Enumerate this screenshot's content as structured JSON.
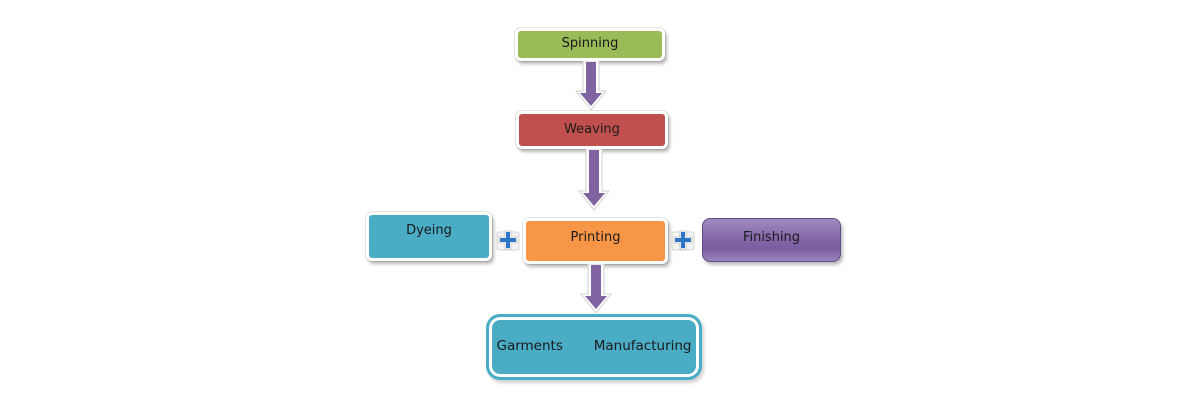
{
  "diagram": {
    "type": "process-flow",
    "nodes": [
      {
        "id": "spinning",
        "label": "Spinning",
        "color": "#9bbb59"
      },
      {
        "id": "weaving",
        "label": "Weaving",
        "color": "#c0504d"
      },
      {
        "id": "dyeing",
        "label": "Dyeing",
        "color": "#4bacc6"
      },
      {
        "id": "printing",
        "label": "Printing",
        "color": "#f79646"
      },
      {
        "id": "finishing",
        "label": "Finishing",
        "color": "#8064a2"
      },
      {
        "id": "garments",
        "label": "Garments   Manufacturing",
        "color": "#4bacc6"
      }
    ],
    "edges": [
      {
        "from": "spinning",
        "to": "weaving",
        "kind": "arrow"
      },
      {
        "from": "weaving",
        "to": "printing",
        "kind": "arrow"
      },
      {
        "from": "printing",
        "to": "garments",
        "kind": "arrow"
      },
      {
        "from": "dyeing",
        "to": "printing",
        "kind": "plus"
      },
      {
        "from": "printing",
        "to": "finishing",
        "kind": "plus"
      }
    ],
    "arrow_color": "#8064a2",
    "plus_color": "#2e75c7"
  }
}
